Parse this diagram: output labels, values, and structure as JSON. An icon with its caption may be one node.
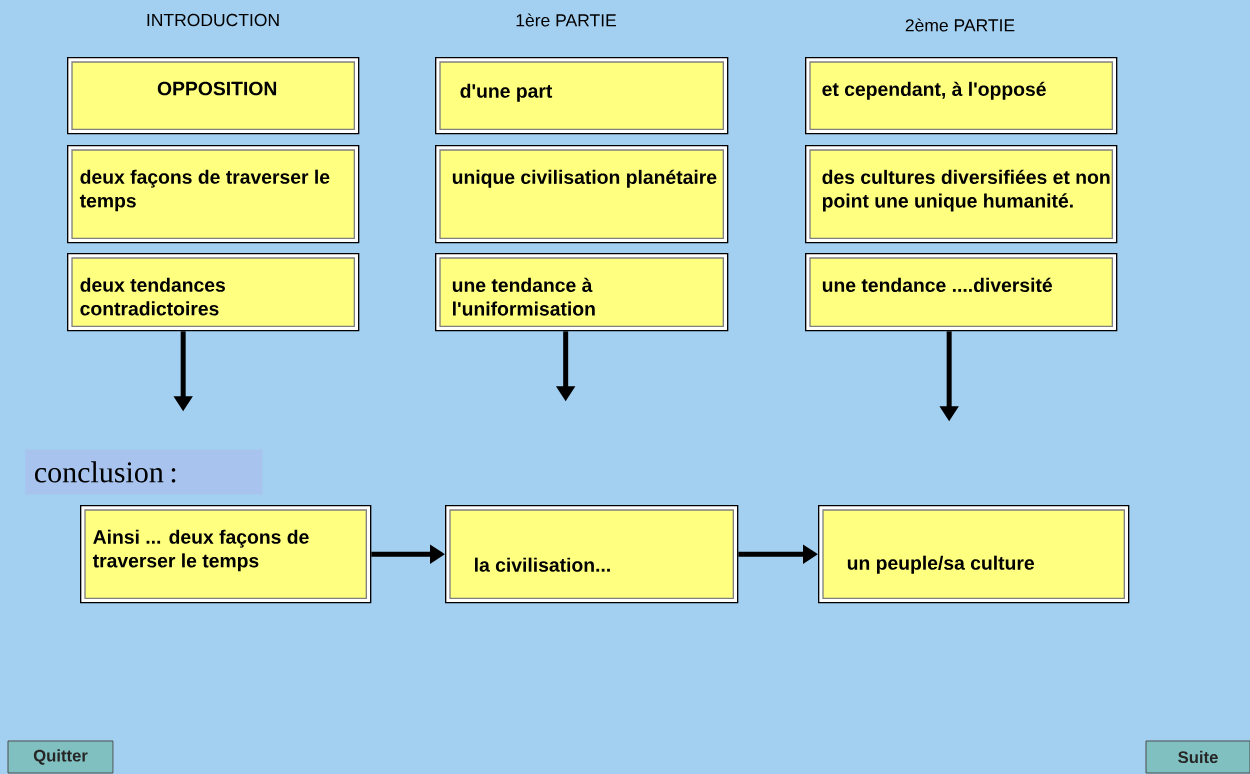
{
  "diagram": {
    "nodes": [
      {
        "text": [
          "OPPOSITION"
        ]
      },
      {
        "text": [
          "d'une part"
        ]
      },
      {
        "text": [
          "et cependant, à l'opposé"
        ]
      },
      {
        "text": [
          "deux façons de traverser le temps"
        ]
      },
      {
        "text": [
          "unique civilisation planétaire"
        ]
      },
      {
        "text": [
          "des cultures diversifiées et non point une unique humanité."
        ]
      },
      {
        "text": [
          "deux tendances contradictoires"
        ]
      },
      {
        "text": [
          "une tendance à l'uniformisation"
        ]
      },
      {
        "text": [
          "une tendance ....diversité"
        ]
      },
      {
        "text": [
          "Ainsi ... deux façons de traverser le temps"
        ]
      },
      {
        "text": [
          "la civilisation..."
        ]
      },
      {
        "text": [
          "un peuple/sa culture"
        ]
      }
    ],
    "edges": [
      {
        "from": 6,
        "to": null,
        "arrow": "to"
      },
      {
        "from": 7,
        "to": null,
        "arrow": "to"
      },
      {
        "from": 8,
        "to": null,
        "arrow": "to"
      },
      {
        "from": 9,
        "to": 10,
        "arrow": "to"
      },
      {
        "from": 10,
        "to": 11,
        "arrow": "to"
      }
    ],
    "labels": [
      "INTRODUCTION",
      "1ère PARTIE",
      "2ème PARTIE",
      "conclusion :",
      "Quitter",
      "Suite"
    ]
  }
}
